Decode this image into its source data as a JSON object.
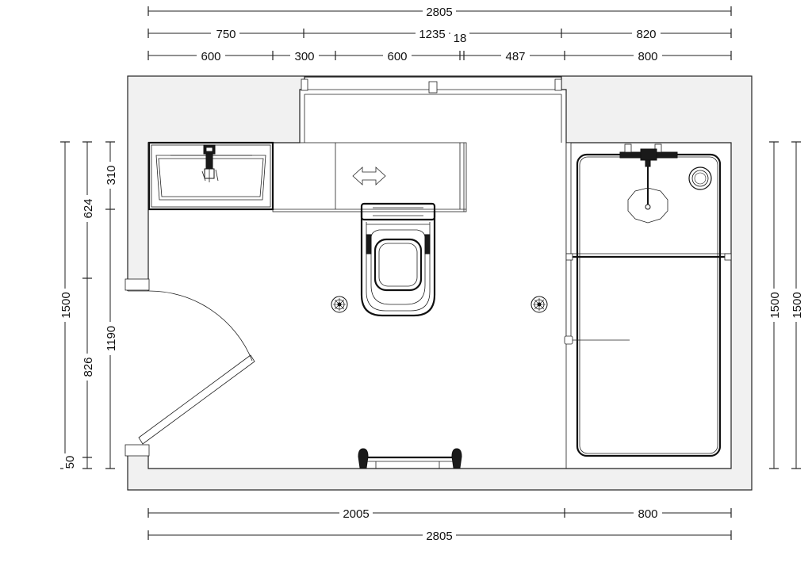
{
  "dimensions": {
    "top_total": "2805",
    "top_row2": [
      "750",
      "1235",
      "820"
    ],
    "top_gap": "18",
    "top_row3": [
      "600",
      "300",
      "600",
      "487",
      "800"
    ],
    "bottom_row1": [
      "2005",
      "800"
    ],
    "bottom_total": "2805",
    "left_outer": "1500",
    "left_inner": [
      "624",
      "826",
      "50"
    ],
    "left_basin": [
      "310",
      "1190"
    ],
    "right_inner": "1500",
    "right_outer": "1500"
  },
  "symbols": {
    "door_arrow": "double-arrow-icon",
    "shower_head": "shower-head-icon",
    "drain": "floor-drain-icon"
  },
  "colors": {
    "line": "#222222",
    "wall_fill": "#f1f1f1",
    "background": "#ffffff"
  }
}
